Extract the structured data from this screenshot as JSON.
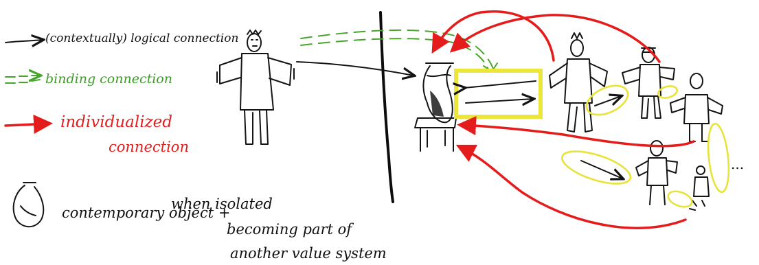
{
  "legend": {
    "logical": "(contextually) logical connection",
    "binding": "binding connection",
    "individualized_line1": "individualized",
    "individualized_line2": "connection"
  },
  "object_note": {
    "part1": "contemporary object +",
    "part2": "when isolated",
    "part3": "becoming part of",
    "part4": "another value system"
  },
  "group_ellipsis": "...",
  "colors": {
    "logical": "#141414",
    "binding": "#47a52e",
    "individualized": "#e41c1c",
    "highlight": "#e8e23a"
  },
  "icons": [
    "human-figure-icon",
    "vase-icon",
    "arrow-icon"
  ]
}
